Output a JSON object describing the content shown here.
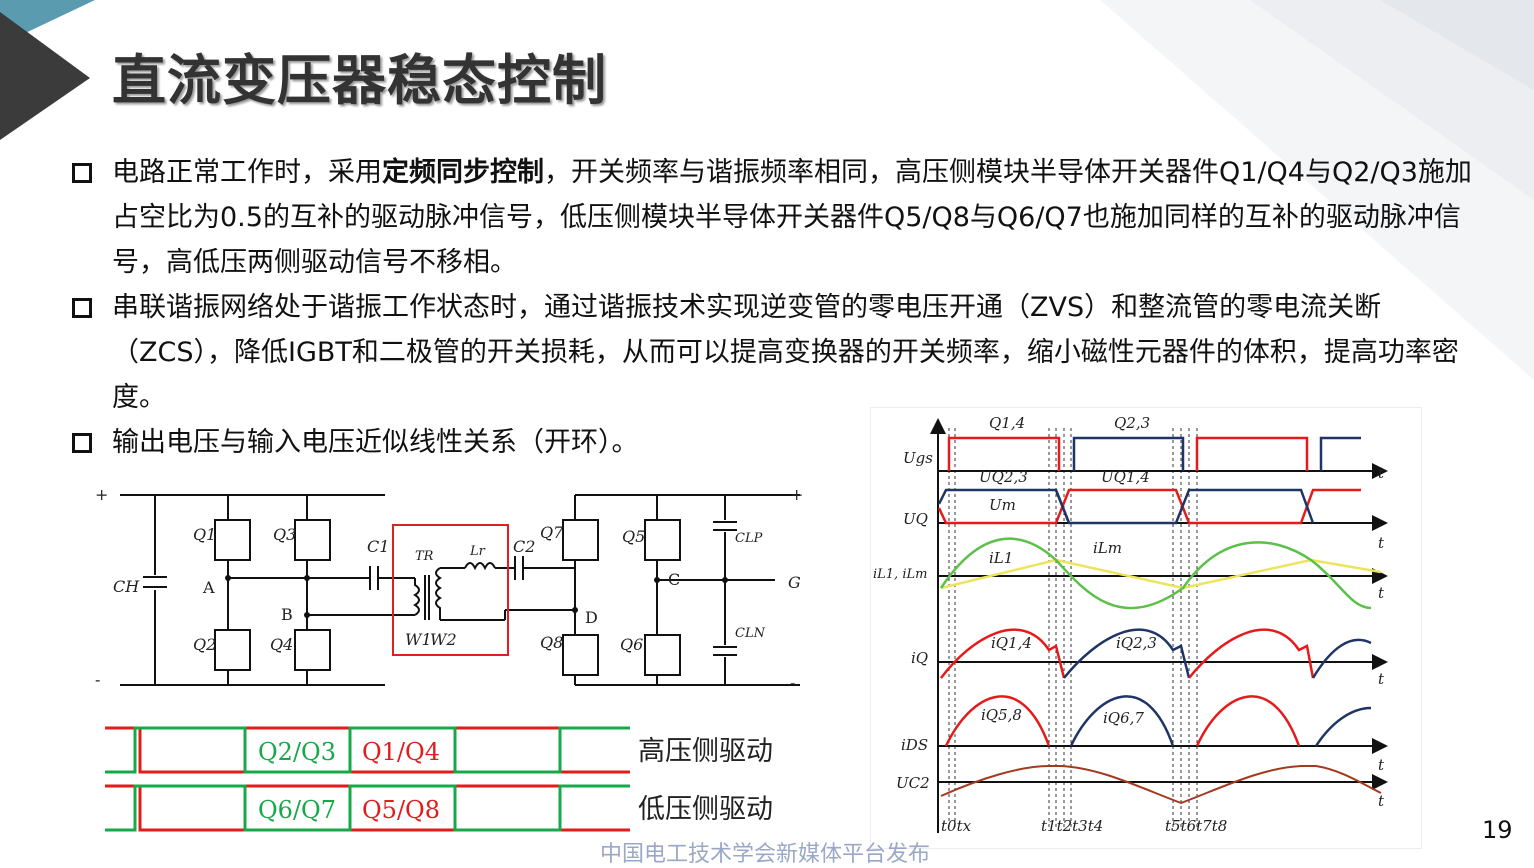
{
  "slide": {
    "title": "直流变压器稳态控制",
    "page_number": "19",
    "footer": "中国电工技术学会新媒体平台发布"
  },
  "bullets": [
    {
      "pre": "电路正常工作时，采用",
      "bold": "定频同步控制",
      "post": "，开关频率与谐振频率相同，高压侧模块半导体开关器件Q1/Q4与Q2/Q3施加占空比为0.5的互补的驱动脉冲信号，低压侧模块半导体开关器件Q5/Q8与Q6/Q7也施加同样的互补的驱动脉冲信号，高低压两侧驱动信号不移相。"
    },
    {
      "pre": "串联谐振网络处于谐振工作状态时，通过谐振技术实现逆变管的零电压开通（ZVS）和整流管的零电流关断（ZCS），降低IGBT和二极管的开关损耗，从而可以提高变换器的开关频率，缩小磁性元器件的体积，提高功率密度。",
      "bold": "",
      "post": ""
    },
    {
      "pre": "输出电压与输入电压近似线性关系（开环）。",
      "bold": "",
      "post": ""
    }
  ],
  "circuit": {
    "plus_left": "+",
    "minus_left": "-",
    "plus_right": "+",
    "minus_right": "-",
    "CH": "CH",
    "Q1": "Q1",
    "Q2": "Q2",
    "Q3": "Q3",
    "Q4": "Q4",
    "A": "A",
    "B": "B",
    "C1": "C1",
    "TR": "TR",
    "Lr": "Lr",
    "W1": "W1",
    "W2": "W2",
    "C2": "C2",
    "Q5": "Q5",
    "Q6": "Q6",
    "Q7": "Q7",
    "Q8": "Q8",
    "C": "C",
    "D": "D",
    "CLP": "CLP",
    "CLN": "CLN",
    "G": "G"
  },
  "drive": {
    "high_label": "高压侧驱动",
    "low_label": "低压侧驱动",
    "high_green": "Q2/Q3",
    "high_red": "Q1/Q4",
    "low_green": "Q6/Q7",
    "low_red": "Q5/Q8",
    "colors": {
      "red": "#e21b1b",
      "green": "#17a84a"
    }
  },
  "waveforms": {
    "Ugs": "Ugs",
    "Q14": "Q1,4",
    "Q23": "Q2,3",
    "UQ": "UQ",
    "UQ23": "UQ2,3",
    "UQ14": "UQ1,4",
    "Um": "Um",
    "iL": "iL1, iLm",
    "iL1": "iL1",
    "iLm": "iLm",
    "iQ": "iQ",
    "iQ14": "iQ1,4",
    "iQ23": "iQ2,3",
    "iDS": "iDS",
    "iQ58": "iQ5,8",
    "iQ67": "iQ6,7",
    "UC2": "UC2",
    "t": "t",
    "time_labels_a": "t0tx",
    "time_labels_b": "t1t2t3t4",
    "time_labels_c": "t5t6t7t8",
    "colors": {
      "red": "#e51b1b",
      "navy": "#1f3565",
      "green": "#5cc04a",
      "yellow": "#ece45a",
      "brown": "#a33a1e"
    }
  }
}
